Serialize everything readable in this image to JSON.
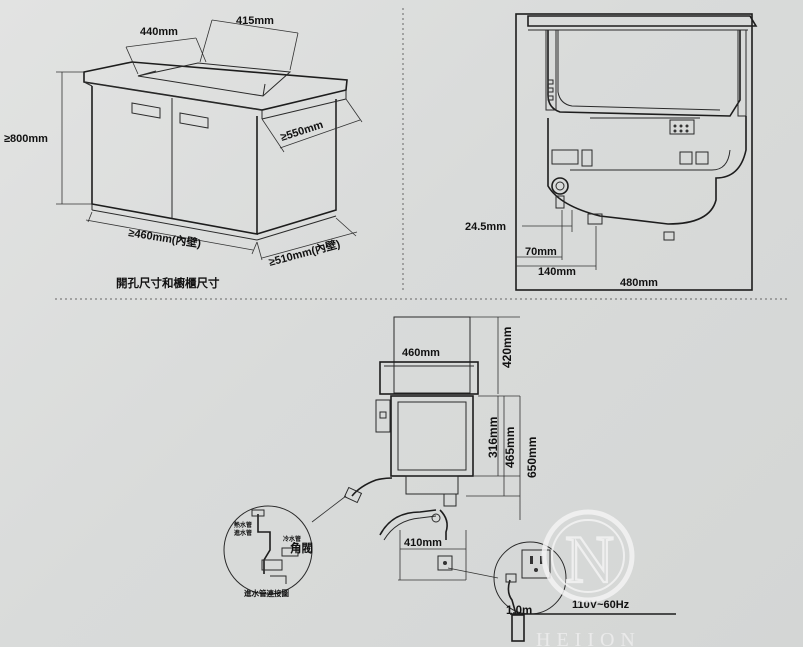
{
  "cabinet": {
    "open_w": "440mm",
    "open_d": "415mm",
    "height": "≥800mm",
    "depth": "≥550mm",
    "inner_w": "≥460mm(內壁)",
    "inner_d": "≥510mm(內壁)",
    "caption": "開孔尺寸和櫥櫃尺寸"
  },
  "side_view": {
    "d1": "24.5mm",
    "d2": "70mm",
    "d3": "140mm",
    "d4": "480mm"
  },
  "front_view": {
    "w_top": "460mm",
    "w_bottom": "410mm",
    "h1": "420mm",
    "h2": "316mm",
    "h3": "465mm",
    "h4": "650mm"
  },
  "plumbing": {
    "caption": "進水管連接圖",
    "angle_valve": "角閥",
    "label_a": "熱水管",
    "label_b": "進水管",
    "label_c": "冷水管"
  },
  "power": {
    "voltage": "110V~60Hz",
    "cord": "1.0m"
  },
  "watermark": {
    "letter": "N",
    "brand": "HEIION"
  }
}
